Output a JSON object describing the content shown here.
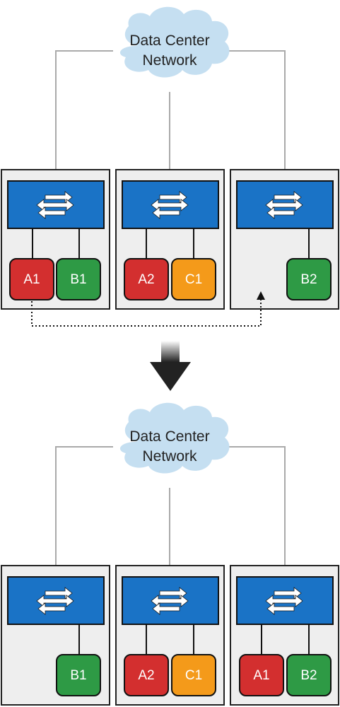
{
  "colors": {
    "server_bg": "#eeeeee",
    "server_border": "#222222",
    "switch_fill": "#1a73c6",
    "switch_border": "#111111",
    "cloud_fill": "#c5dff1",
    "link_line": "#aaaaaa",
    "vm_red": "#d32f2f",
    "vm_green": "#2e9a45",
    "vm_orange": "#f49a1a",
    "migration_arrow": "#444444"
  },
  "before": {
    "cloud": {
      "line1": "Data Center",
      "line2": "Network"
    },
    "servers": [
      {
        "vms": [
          {
            "label": "A1",
            "color": "red"
          },
          {
            "label": "B1",
            "color": "green"
          }
        ]
      },
      {
        "vms": [
          {
            "label": "A2",
            "color": "red"
          },
          {
            "label": "C1",
            "color": "orange"
          }
        ]
      },
      {
        "vms": [
          {
            "label": "B2",
            "color": "green"
          }
        ]
      }
    ]
  },
  "after": {
    "cloud": {
      "line1": "Data Center",
      "line2": "Network"
    },
    "servers": [
      {
        "vms": [
          {
            "label": "B1",
            "color": "green"
          }
        ]
      },
      {
        "vms": [
          {
            "label": "A2",
            "color": "red"
          },
          {
            "label": "C1",
            "color": "orange"
          }
        ]
      },
      {
        "vms": [
          {
            "label": "A1",
            "color": "red"
          },
          {
            "label": "B2",
            "color": "green"
          }
        ]
      }
    ]
  },
  "migration": {
    "vm": "A1",
    "from_server": 1,
    "to_server": 3
  },
  "icons": {
    "switch": "switch-arrows-icon",
    "transition": "down-arrow-icon"
  }
}
